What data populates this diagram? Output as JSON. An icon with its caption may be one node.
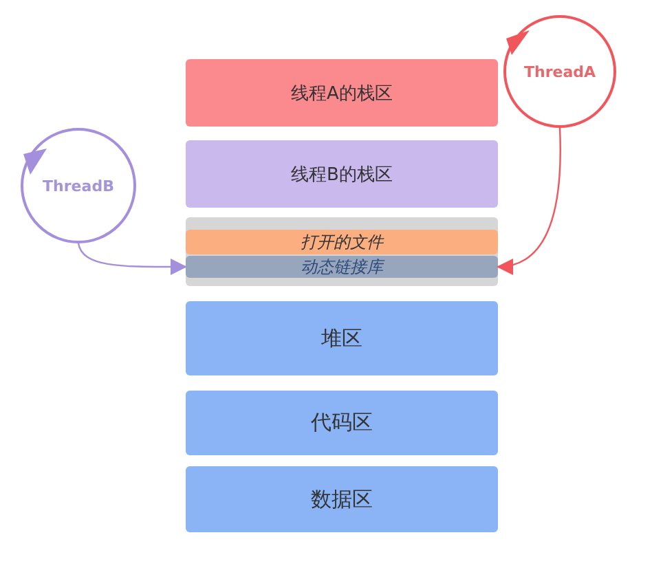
{
  "diagram": {
    "nodes": [
      {
        "text": [
          "线程A的栈区"
        ]
      },
      {
        "text": [
          "线程B的栈区"
        ]
      },
      {
        "text": [],
        "shape": "box"
      },
      {
        "text": [
          "打开的文件"
        ],
        "in": 2
      },
      {
        "text": [
          "动态链接库"
        ],
        "in": 2
      },
      {
        "text": [
          "堆区"
        ]
      },
      {
        "text": [
          "代码区"
        ]
      },
      {
        "text": [
          "数据区"
        ]
      },
      {
        "text": [
          "ThreadA"
        ]
      },
      {
        "text": [
          "ThreadB"
        ]
      }
    ],
    "edges": [
      {
        "from": 8,
        "to": 4,
        "arrow": "to",
        "color": "#f0565b"
      },
      {
        "from": 9,
        "to": 4,
        "arrow": "to",
        "color": "#a48fdc"
      }
    ]
  }
}
